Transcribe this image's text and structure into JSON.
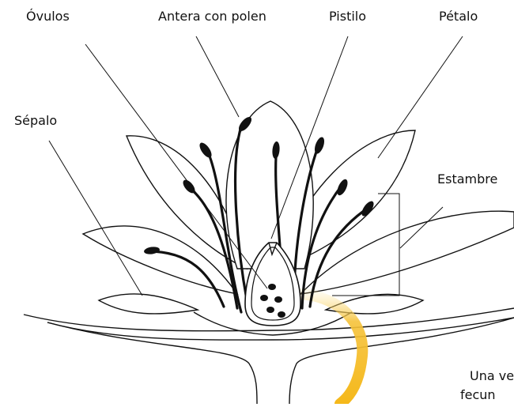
{
  "labels": {
    "ovulos": "Óvulos",
    "antera": "Antera con polen",
    "pistilo": "Pistilo",
    "petalo": "Pétalo",
    "sepalo": "Sépalo",
    "estambre": "Estambre"
  },
  "caption": {
    "line1": "Una ve",
    "line2": "fecun"
  },
  "colors": {
    "stroke": "#111111",
    "pollen_tube": "#f5c23a",
    "pollen_tube_light": "#fbe08a"
  }
}
